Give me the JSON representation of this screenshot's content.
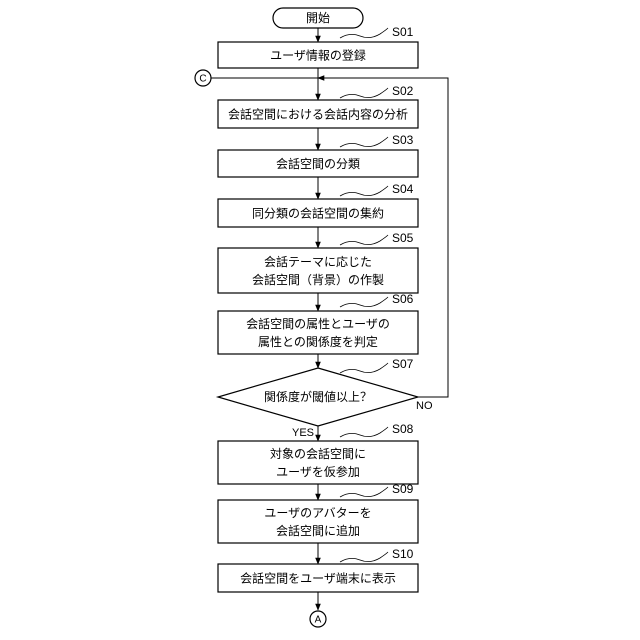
{
  "start": {
    "label": "開始"
  },
  "steps": [
    {
      "id": "S01",
      "lines": [
        "ユーザ情報の登録"
      ]
    },
    {
      "id": "S02",
      "lines": [
        "会話空間における会話内容の分析"
      ]
    },
    {
      "id": "S03",
      "lines": [
        "会話空間の分類"
      ]
    },
    {
      "id": "S04",
      "lines": [
        "同分類の会話空間の集約"
      ]
    },
    {
      "id": "S05",
      "lines": [
        "会話テーマに応じた",
        "会話空間（背景）の作製"
      ]
    },
    {
      "id": "S06",
      "lines": [
        "会話空間の属性とユーザの",
        "属性との関係度を判定"
      ]
    },
    {
      "id": "S07",
      "lines": [
        "関係度が閾値以上？"
      ],
      "decision": true
    },
    {
      "id": "S08",
      "lines": [
        "対象の会話空間に",
        "ユーザを仮参加"
      ]
    },
    {
      "id": "S09",
      "lines": [
        "ユーザのアバターを",
        "会話空間に追加"
      ]
    },
    {
      "id": "S10",
      "lines": [
        "会話空間をユーザ端末に表示"
      ]
    }
  ],
  "branches": {
    "yes": "YES",
    "no": "NO"
  },
  "connectors": {
    "entry": "C",
    "exit": "A"
  }
}
